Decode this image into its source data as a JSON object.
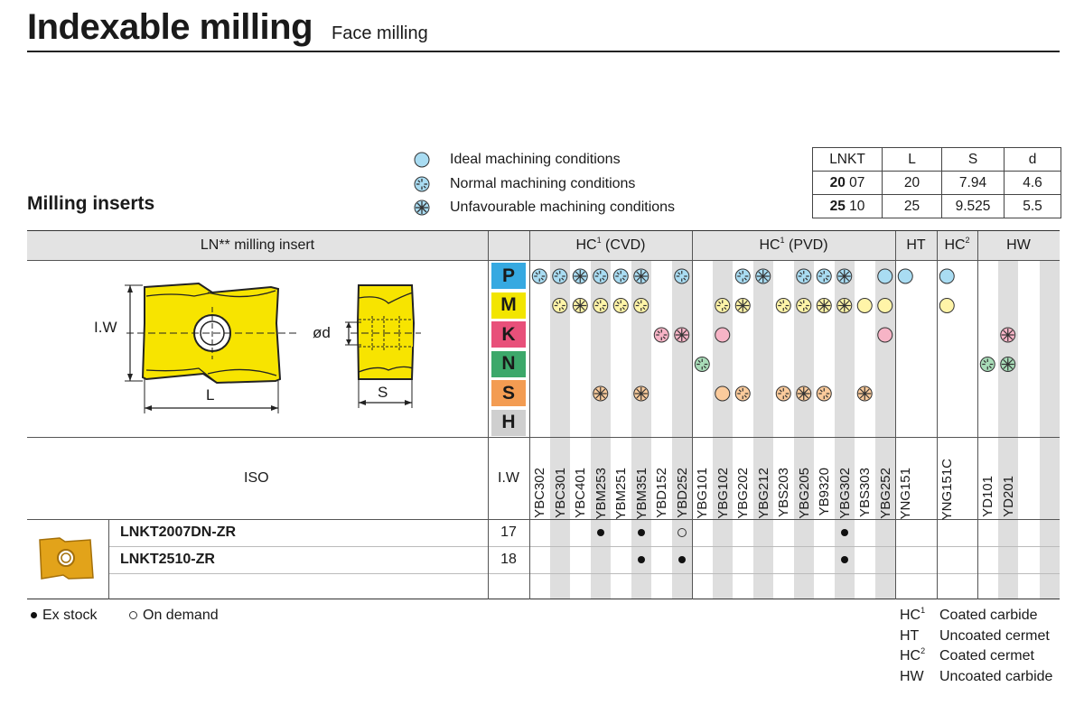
{
  "header": {
    "title": "Indexable milling",
    "subtitle": "Face milling"
  },
  "section_title": "Milling inserts",
  "conditions_legend": [
    {
      "icon": "ideal-condition-icon",
      "label": "Ideal machining conditions"
    },
    {
      "icon": "normal-condition-icon",
      "label": "Normal machining conditions"
    },
    {
      "icon": "unfavourable-condition-icon",
      "label": "Unfavourable machining conditions"
    }
  ],
  "dims_table": {
    "headers": [
      "LNKT",
      "L",
      "S",
      "d"
    ],
    "rows": [
      {
        "code_bold": "20",
        "code_rest": "07",
        "L": "20",
        "S": "7.94",
        "d": "4.6"
      },
      {
        "code_bold": "25",
        "code_rest": "10",
        "L": "25",
        "S": "9.525",
        "d": "5.5"
      }
    ]
  },
  "main_table": {
    "insert_header": "LN** milling insert",
    "group_headers": [
      {
        "label": "HC",
        "sup": "1",
        "suffix": " (CVD)"
      },
      {
        "label": "HC",
        "sup": "1",
        "suffix": " (PVD)"
      },
      {
        "label": "HT",
        "sup": "",
        "suffix": ""
      },
      {
        "label": "HC",
        "sup": "2",
        "suffix": ""
      },
      {
        "label": "HW",
        "sup": "",
        "suffix": ""
      }
    ],
    "materials": [
      {
        "letter": "P",
        "color": "#36a9e1"
      },
      {
        "letter": "M",
        "color": "#f2e500"
      },
      {
        "letter": "K",
        "color": "#e8507a"
      },
      {
        "letter": "N",
        "color": "#3ca86a"
      },
      {
        "letter": "S",
        "color": "#f39c52"
      },
      {
        "letter": "H",
        "color": "#cfcfcf"
      }
    ],
    "drawing_labels": {
      "iw": "I.W",
      "l": "L",
      "d": "ød",
      "s": "S"
    },
    "iso_header": "ISO",
    "iw_header": "I.W",
    "grades": [
      "YBC302",
      "YBC301",
      "YBC401",
      "YBM253",
      "YBM251",
      "YBM351",
      "YBD152",
      "YBD252",
      "YBG101",
      "YBG102",
      "YBG202",
      "YBG212",
      "YBS203",
      "YBG205",
      "YB9320",
      "YBG302",
      "YBS303",
      "YBG252",
      "YNG151",
      "YNG151C",
      "YD101",
      "YD201"
    ],
    "products": [
      {
        "name": "LNKT2007DN-ZR",
        "iw": "17"
      },
      {
        "name": "LNKT2510-ZR",
        "iw": "18"
      }
    ]
  },
  "footer": {
    "ex_stock": "Ex stock",
    "on_demand": "On demand",
    "grade_legend": [
      {
        "code": "HC",
        "sup": "1",
        "label": "Coated carbide"
      },
      {
        "code": "HT",
        "sup": "",
        "label": "Uncoated cermet"
      },
      {
        "code": "HC",
        "sup": "2",
        "label": "Coated cermet"
      },
      {
        "code": "HW",
        "sup": "",
        "label": "Uncoated carbide"
      }
    ]
  }
}
